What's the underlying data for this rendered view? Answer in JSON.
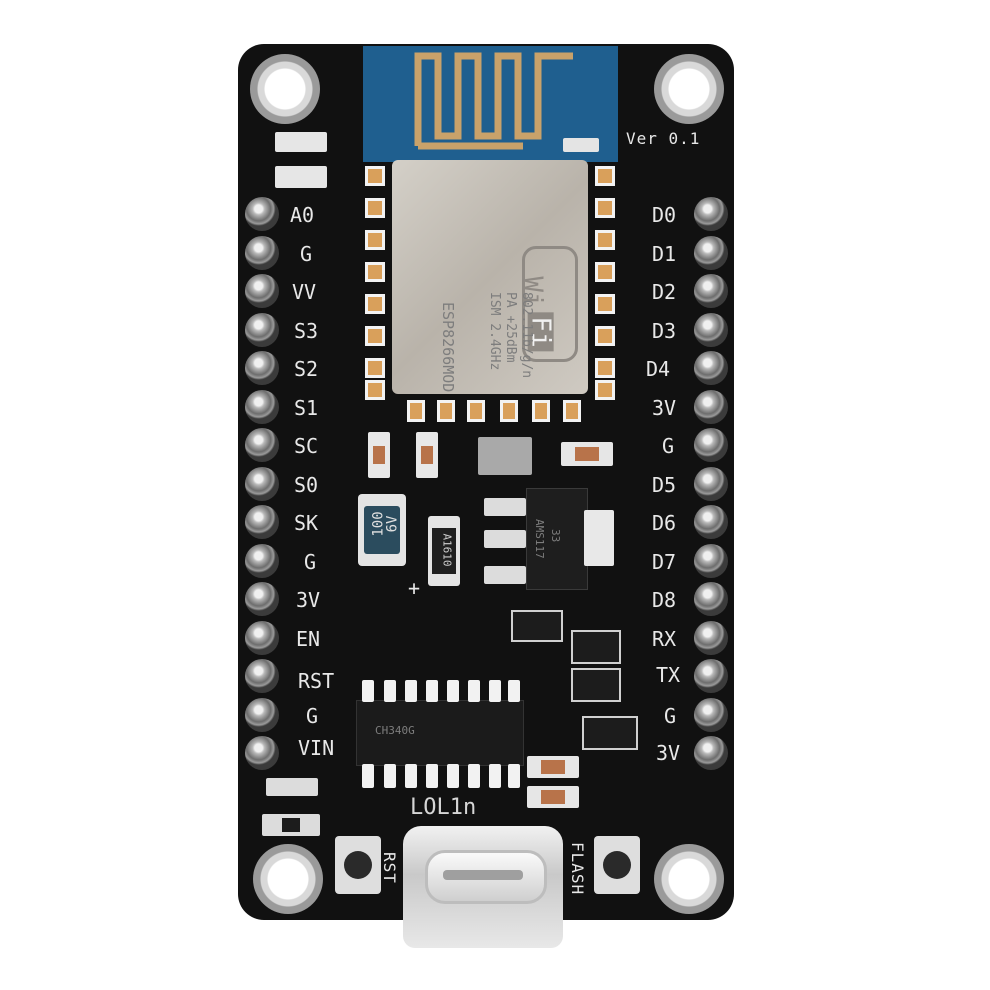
{
  "board": {
    "version_label": "Ver 0.1",
    "left_pins": [
      "A0",
      "G",
      "VV",
      "S3",
      "S2",
      "S1",
      "SC",
      "S0",
      "SK",
      "G",
      "3V",
      "EN",
      "RST",
      "G",
      "VIN"
    ],
    "right_pins": [
      "D0",
      "D1",
      "D2",
      "D3",
      "D4",
      "3V",
      "G",
      "D5",
      "D6",
      "D7",
      "D8",
      "RX",
      "TX",
      "G",
      "3V"
    ],
    "brand_label": "LOL1n",
    "rst_button_label": "RST",
    "flash_button_label": "FLASH",
    "polarity_mark": "+",
    "capacitor_label_1": "100",
    "capacitor_label_2": "6V",
    "diode_label": "A1610",
    "regulator_label_1": "AMS117",
    "regulator_label_2": "33",
    "usb_chip_label": "CH340G"
  },
  "module": {
    "wifi_logo_top": "Wi",
    "wifi_logo_bottom": "Fi",
    "chip_name": "ESP8266MOD",
    "spec_line_1": "ISM 2.4GHz",
    "spec_line_2": "PA +25dBm",
    "spec_line_3": "802.11b/g/n"
  }
}
